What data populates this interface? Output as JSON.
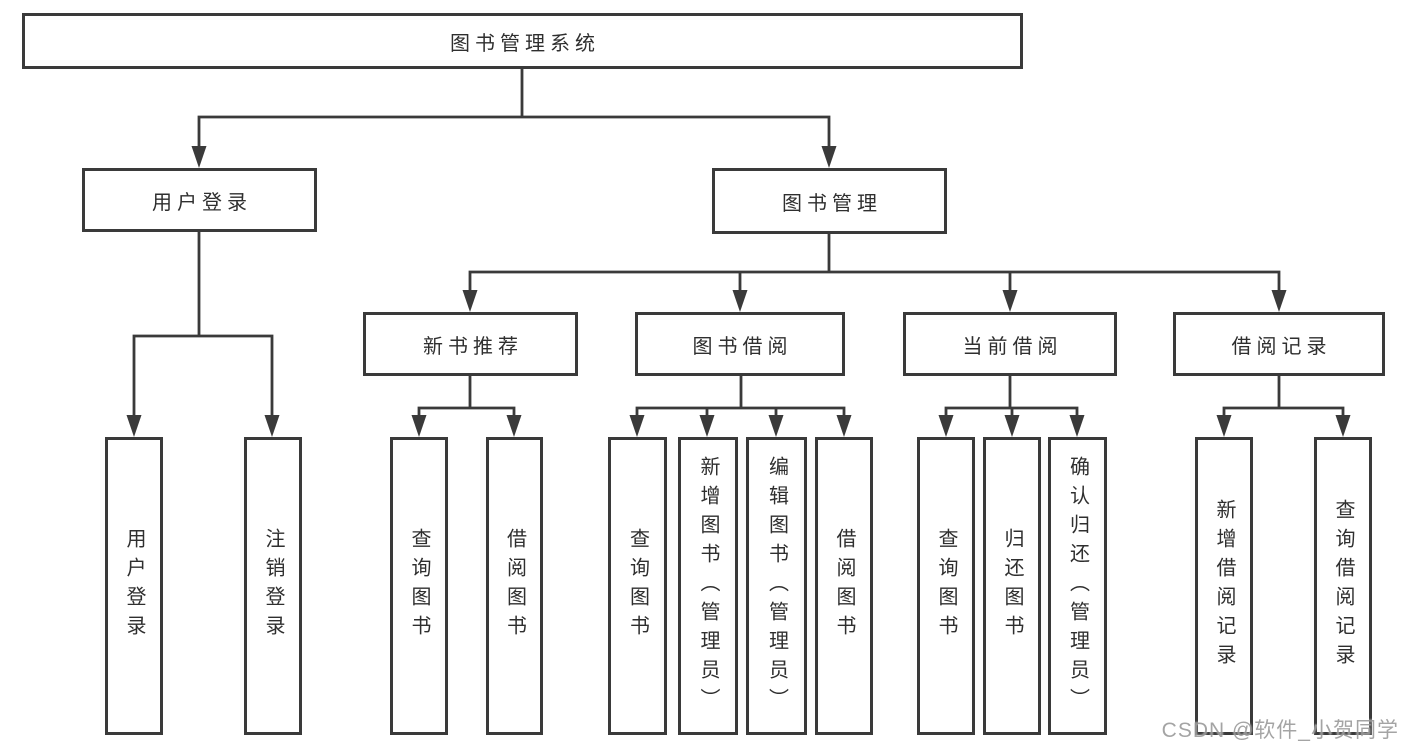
{
  "watermark": {
    "text": "CSDN @软件_小贺同学"
  },
  "colors": {
    "line": "#3a3a3a",
    "text": "#2f2f2f",
    "watermark": "#9b9b9b",
    "background": "#ffffff"
  },
  "tree": {
    "label": "图书管理系统",
    "children": [
      {
        "label": "用户登录",
        "children": [
          {
            "label": "用户登录"
          },
          {
            "label": "注销登录"
          }
        ]
      },
      {
        "label": "图书管理",
        "children": [
          {
            "label": "新书推荐",
            "children": [
              {
                "label": "查询图书"
              },
              {
                "label": "借阅图书"
              }
            ]
          },
          {
            "label": "图书借阅",
            "children": [
              {
                "label": "查询图书"
              },
              {
                "label": "新增图书（管理员）"
              },
              {
                "label": "编辑图书（管理员）"
              },
              {
                "label": "借阅图书"
              }
            ]
          },
          {
            "label": "当前借阅",
            "children": [
              {
                "label": "查询图书"
              },
              {
                "label": "归还图书"
              },
              {
                "label": "确认归还（管理员）"
              }
            ]
          },
          {
            "label": "借阅记录",
            "children": [
              {
                "label": "新增借阅记录"
              },
              {
                "label": "查询借阅记录"
              }
            ]
          }
        ]
      }
    ]
  }
}
